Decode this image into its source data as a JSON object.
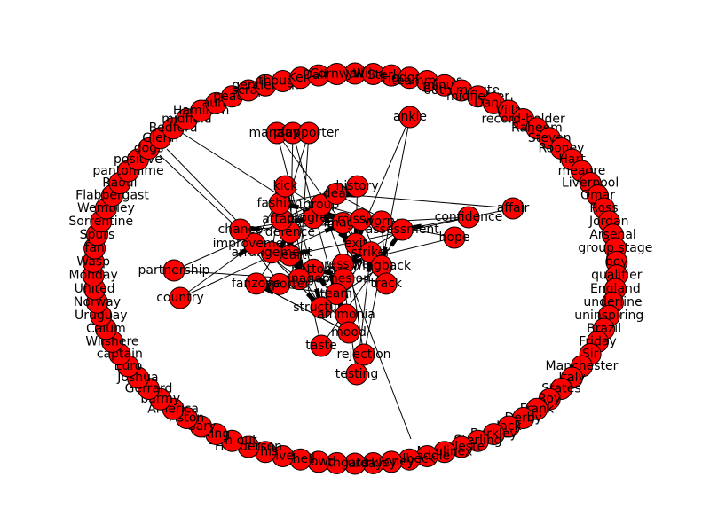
{
  "graph": {
    "node_color": "#ff0000",
    "edge_color": "#000000",
    "outer_ring": [
      "anyway",
      "Wilson",
      "Sterling",
      "Hodgson",
      "teammates",
      "minute",
      "68th minute",
      "midfielder",
      "Daniel",
      "Villa",
      "record-holder",
      "Raheem",
      "Steven",
      "Rooney",
      "Hart",
      "meagre",
      "Liverpool",
      "Omar",
      "Ross",
      "Jordan",
      "Arsenal",
      "group stage",
      "boy",
      "qualifier",
      "England",
      "underline",
      "uninspiring",
      "Brazil",
      "Friday",
      "Sir",
      "Manchester",
      "Italy",
      "States",
      "Roy",
      "Frank",
      "Derby",
      "Jack",
      "Barkley",
      "Sterling",
      "Celeste",
      "Moulinex",
      "Waddle",
      "Welbeck",
      "Rooney",
      "Barkley",
      "Saturday",
      "Southgate",
      "Dowd",
      "shell",
      "live",
      "This",
      "Henderson",
      "turn out",
      "King",
      "Gary",
      "Aston",
      "America",
      "barmy",
      "Gerrard",
      "Joshua",
      "Euro",
      "captain",
      "Wilshere",
      "Calum",
      "Uruguay",
      "Norway",
      "United",
      "Monday",
      "Wasp",
      "fan",
      "Spurs",
      "Sorrentine",
      "Wembley",
      "Flabbergast",
      "Raoul",
      "pantomime",
      "positive",
      "dogs",
      "Glenn",
      "Bedford",
      "midfield",
      "Hamilton",
      "aunt",
      "peace",
      "scrap",
      "gentleman",
      "thought",
      "Kerr",
      "Daily",
      "Cornwall"
    ],
    "hubs": [
      "exit",
      "striker",
      "wingback",
      "track",
      "pressure",
      "cohesion",
      "team",
      "structure",
      "bottom",
      "manager",
      "supporter",
      "fanzone",
      "heart",
      "arrangement",
      "improvement",
      "chance",
      "defence",
      "attack",
      "fashion",
      "kick",
      "progress",
      "group",
      "deal",
      "history",
      "image",
      "mission",
      "worry",
      "assessment"
    ],
    "satellites": [
      "ankle",
      "manager",
      "player",
      "supporter",
      "affair",
      "confidence",
      "hope",
      "partnership",
      "country",
      "taste",
      "rejection",
      "testing",
      "ammonia",
      "mood"
    ]
  }
}
